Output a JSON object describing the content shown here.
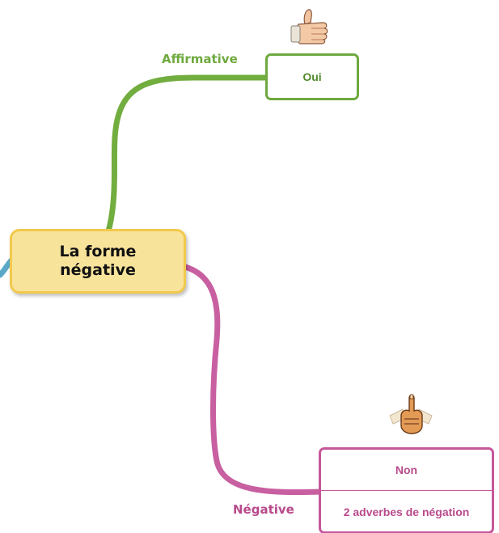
{
  "central_topic": {
    "line1": "La forme",
    "line2": "négative"
  },
  "branches": {
    "affirmative": {
      "label": "Affirmative",
      "box_text": "Oui",
      "color": "#6ea93f",
      "icon": "thumbs-up-icon"
    },
    "negative": {
      "label": "Négative",
      "box_line1": "Non",
      "box_line2": "2 adverbes de négation",
      "color": "#c6579b",
      "icon": "raised-finger-hand-icon"
    }
  },
  "colors": {
    "central_fill": "#f8e39b",
    "central_border": "#f2c94c",
    "left_branch": "#5aa9c9"
  }
}
